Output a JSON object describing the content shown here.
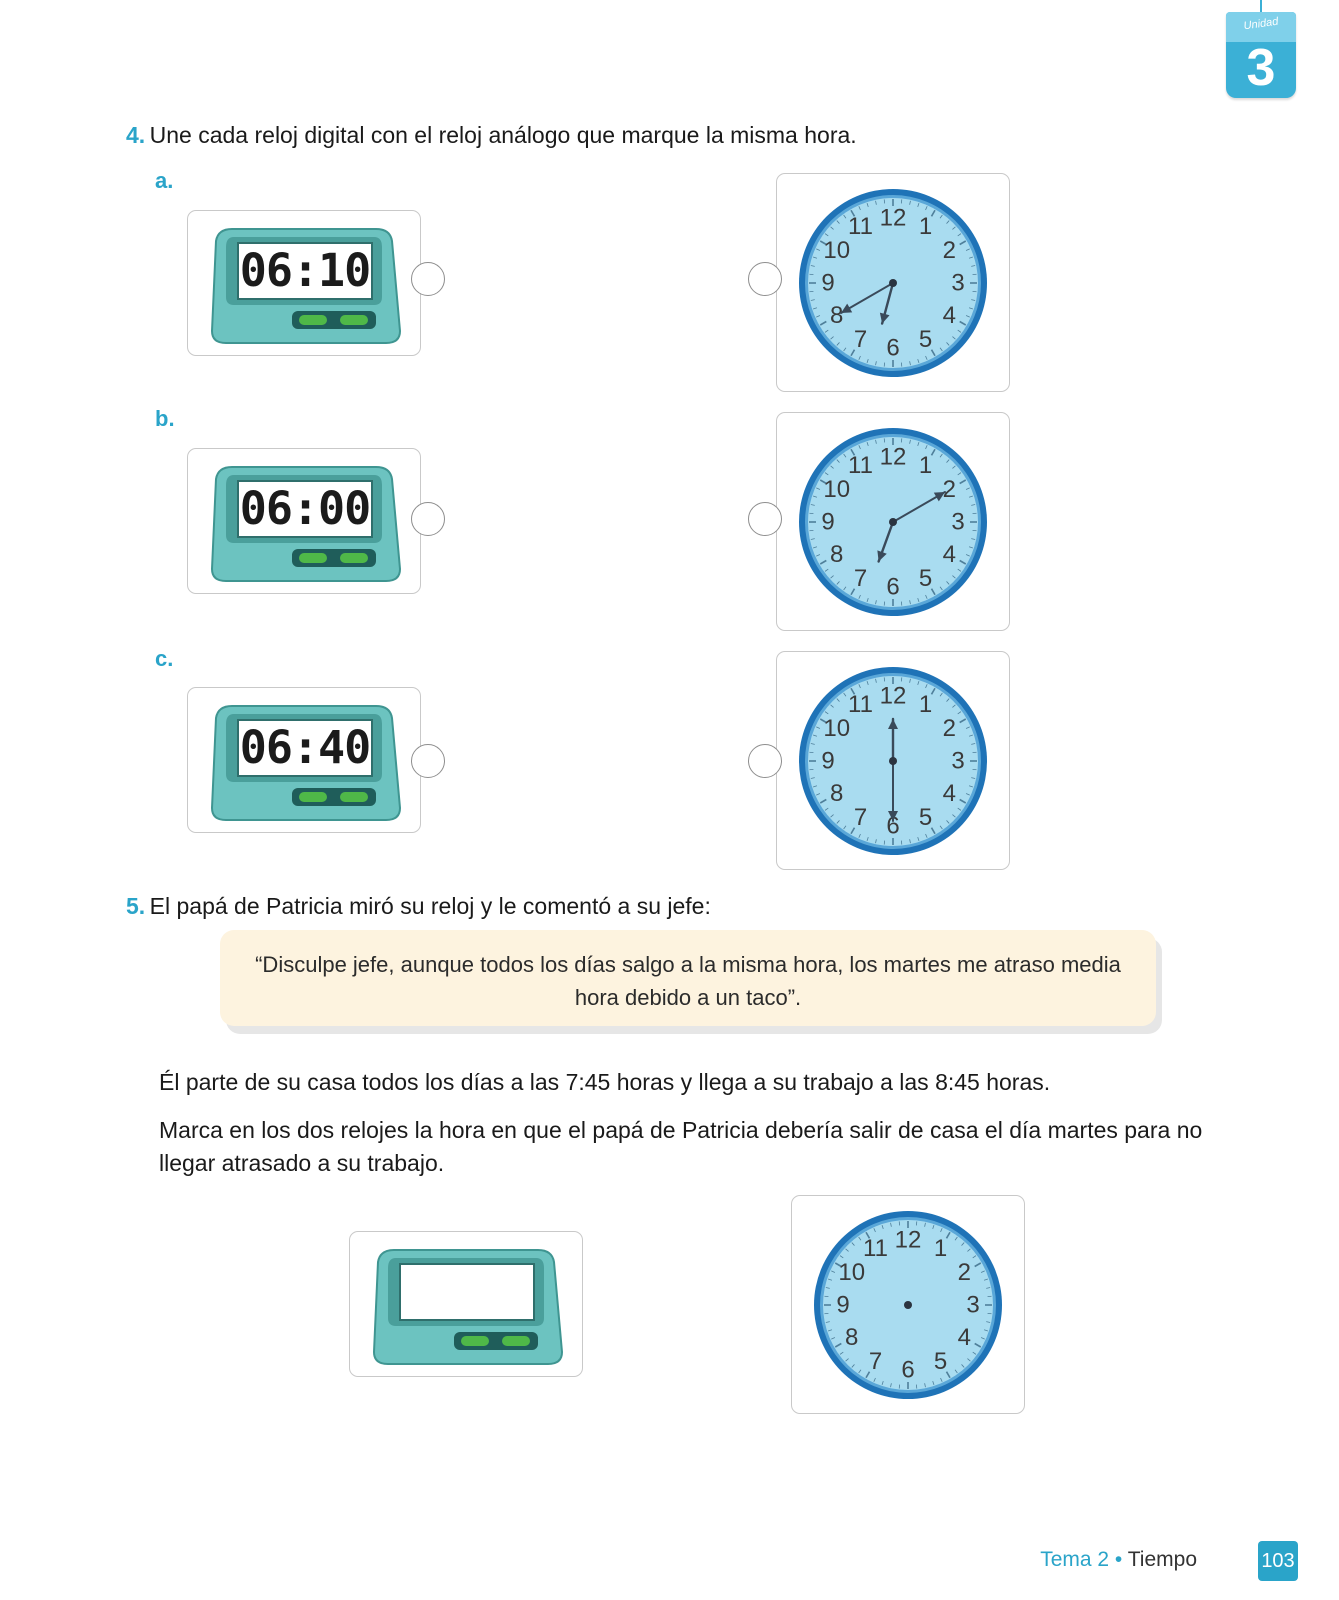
{
  "unit_tab": {
    "word": "Unidad",
    "number": "3"
  },
  "q4": {
    "number": "4.",
    "text": "Une cada reloj digital con el reloj análogo que marque la misma hora.",
    "items": [
      {
        "label": "a.",
        "digital_time": "06:10",
        "analog": {
          "hour_hand_deg": 195,
          "minute_hand_deg": 240
        }
      },
      {
        "label": "b.",
        "digital_time": "06:00",
        "analog": {
          "hour_hand_deg": 200,
          "minute_hand_deg": 60
        }
      },
      {
        "label": "c.",
        "digital_time": "06:40",
        "analog": {
          "hour_hand_deg": 0,
          "minute_hand_deg": 180
        }
      }
    ]
  },
  "q5": {
    "number": "5.",
    "text": "El papá de Patricia miró su reloj y le comentó a su jefe:",
    "quote": "“Disculpe jefe, aunque todos los días salgo a la misma hora, los martes me atraso media hora debido a un taco”.",
    "para1": "Él parte de su casa todos los días a las 7:45 horas y llega a su trabajo a las 8:45 horas.",
    "para2": "Marca en los dos relojes la hora en que el papá de Patricia debería salir de casa el día martes para no llegar atrasado a su trabajo.",
    "digital_time": ""
  },
  "clock_numbers": [
    "12",
    "1",
    "2",
    "3",
    "4",
    "5",
    "6",
    "7",
    "8",
    "9",
    "10",
    "11"
  ],
  "colors": {
    "accent": "#2aa4c9",
    "clock_face": "#a9dcf0",
    "clock_rim": "#1f73b7",
    "device": "#6cc3c0",
    "button": "#4fb848"
  },
  "footer": {
    "topic": "Tema 2",
    "separator": "•",
    "name": "Tiempo",
    "page": "103"
  }
}
